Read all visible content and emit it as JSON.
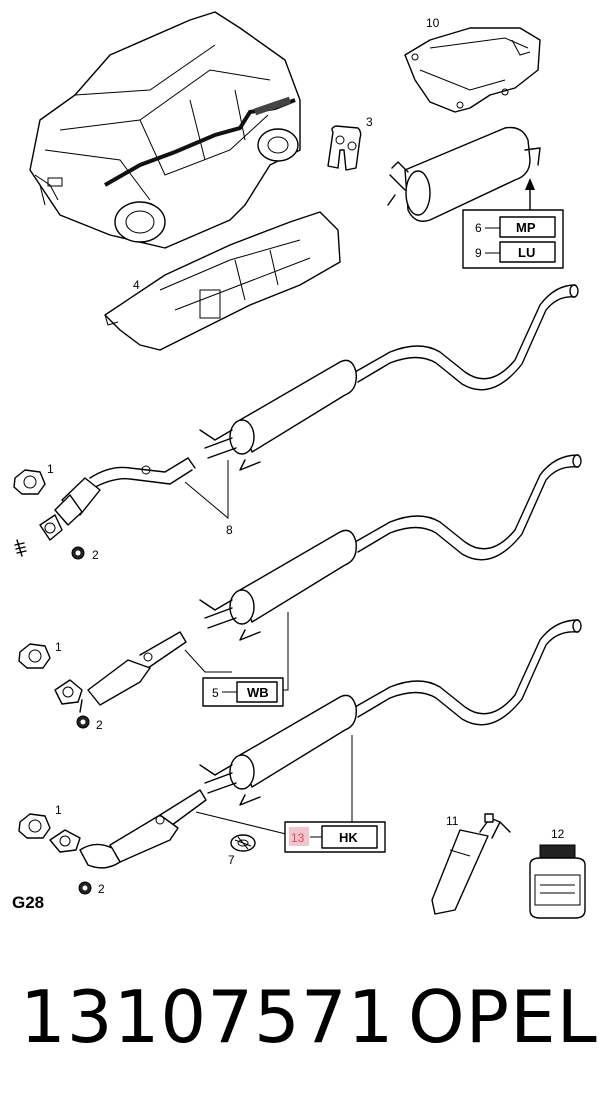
{
  "callouts": {
    "c1a": "1",
    "c1b": "1",
    "c1c": "1",
    "c2a": "2",
    "c2b": "2",
    "c2c": "2",
    "c3": "3",
    "c4": "4",
    "c5": "5",
    "c6": "6",
    "c7": "7",
    "c8": "8",
    "c9": "9",
    "c10": "10",
    "c11": "11",
    "c12": "12",
    "c13": "13"
  },
  "boxes": {
    "mp": "MP",
    "lu": "LU",
    "wb": "WB",
    "hk": "HK"
  },
  "diagram_code": "G28",
  "footer": {
    "part_number": "13107571",
    "brand": "OPEL"
  }
}
